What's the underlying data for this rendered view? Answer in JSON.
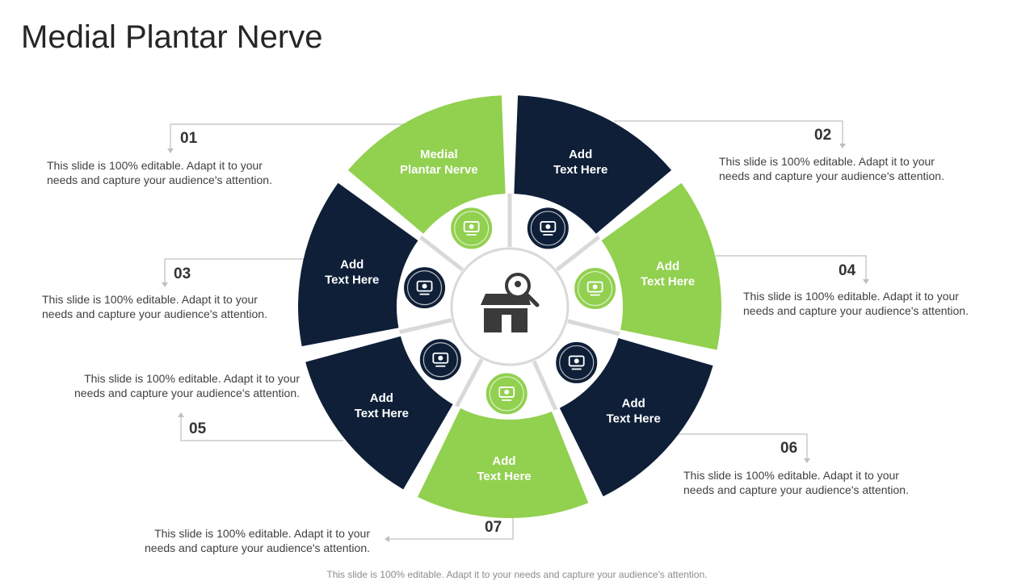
{
  "title": "Medial Plantar Nerve",
  "colors": {
    "green": "#92d050",
    "navy": "#0f1f38",
    "line": "#bfbfbf",
    "center": "#3a3a3a"
  },
  "segments": [
    {
      "line1": "Medial",
      "line2": "Plantar Nerve",
      "color": "green",
      "icon": "gear-bulb-icon"
    },
    {
      "line1": "Add",
      "line2": "Text Here",
      "color": "navy",
      "icon": "network-computer-icon"
    },
    {
      "line1": "Add",
      "line2": "Text Here",
      "color": "green",
      "icon": "cycle-growth-icon"
    },
    {
      "line1": "Add",
      "line2": "Text Here",
      "color": "navy",
      "icon": "idea-box-icon"
    },
    {
      "line1": "Add",
      "line2": "Text Here",
      "color": "green",
      "icon": "team-icon"
    },
    {
      "line1": "Add",
      "line2": "Text Here",
      "color": "navy",
      "icon": "hand-plant-icon"
    },
    {
      "line1": "Add",
      "line2": "Text Here",
      "color": "navy",
      "icon": "monitor-search-icon"
    }
  ],
  "center_icon": "store-search-icon",
  "callouts": [
    {
      "num": "01",
      "text1": "This slide is 100% editable. Adapt it to your",
      "text2": "needs and capture your audience's attention."
    },
    {
      "num": "02",
      "text1": "This slide is 100% editable. Adapt it to your",
      "text2": "needs and capture your audience's attention."
    },
    {
      "num": "03",
      "text1": "This slide is 100% editable. Adapt it to your",
      "text2": "needs and capture your audience's attention."
    },
    {
      "num": "04",
      "text1": "This slide is 100% editable. Adapt it to your",
      "text2": "needs and capture your audience's attention."
    },
    {
      "num": "05",
      "text1": "This slide is 100% editable. Adapt it to your",
      "text2": "needs and capture your audience's attention."
    },
    {
      "num": "06",
      "text1": "This slide is 100% editable. Adapt it to your",
      "text2": "needs and capture your audience's attention."
    },
    {
      "num": "07",
      "text1": "This slide is 100% editable. Adapt it to your",
      "text2": "needs and capture your audience's attention."
    }
  ],
  "footer": "This slide is 100% editable. Adapt it to your needs and capture your audience's attention."
}
